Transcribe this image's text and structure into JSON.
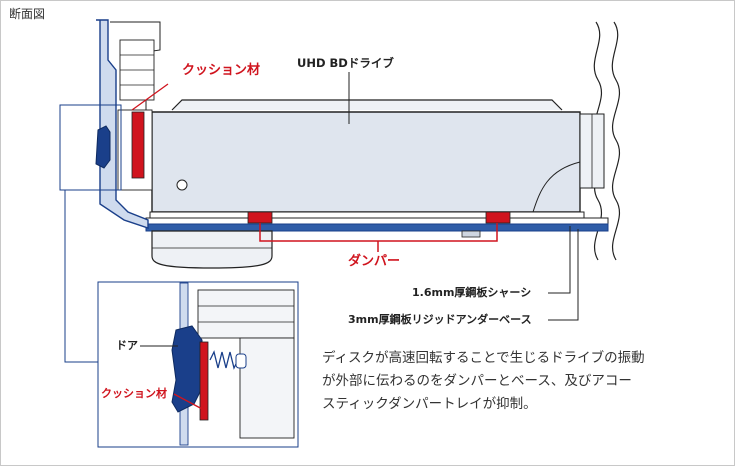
{
  "title": "断面図",
  "labels": {
    "drive": "UHD BDドライブ",
    "cushion_top": "クッション材",
    "damper": "ダンパー",
    "chassis": "1.6mm厚鋼板シャーシ",
    "under_base": "3mm厚鋼板リジッドアンダーベース",
    "door": "ドア",
    "cushion_inset": "クッション材"
  },
  "description": [
    "ディスクが高速回転することで生じるドライブの振動",
    "が外部に伝わるのをダンパーとベース、及びアコー",
    "スティックダンパートレイが抑制。"
  ],
  "colors": {
    "border": "#c8c8c8",
    "line_dark": "#222222",
    "accent_red": "#d0141e",
    "steel_blue": "#1a3f8a",
    "panel_fill": "#dde3ec",
    "chassis_blue": "#2f5da8"
  }
}
